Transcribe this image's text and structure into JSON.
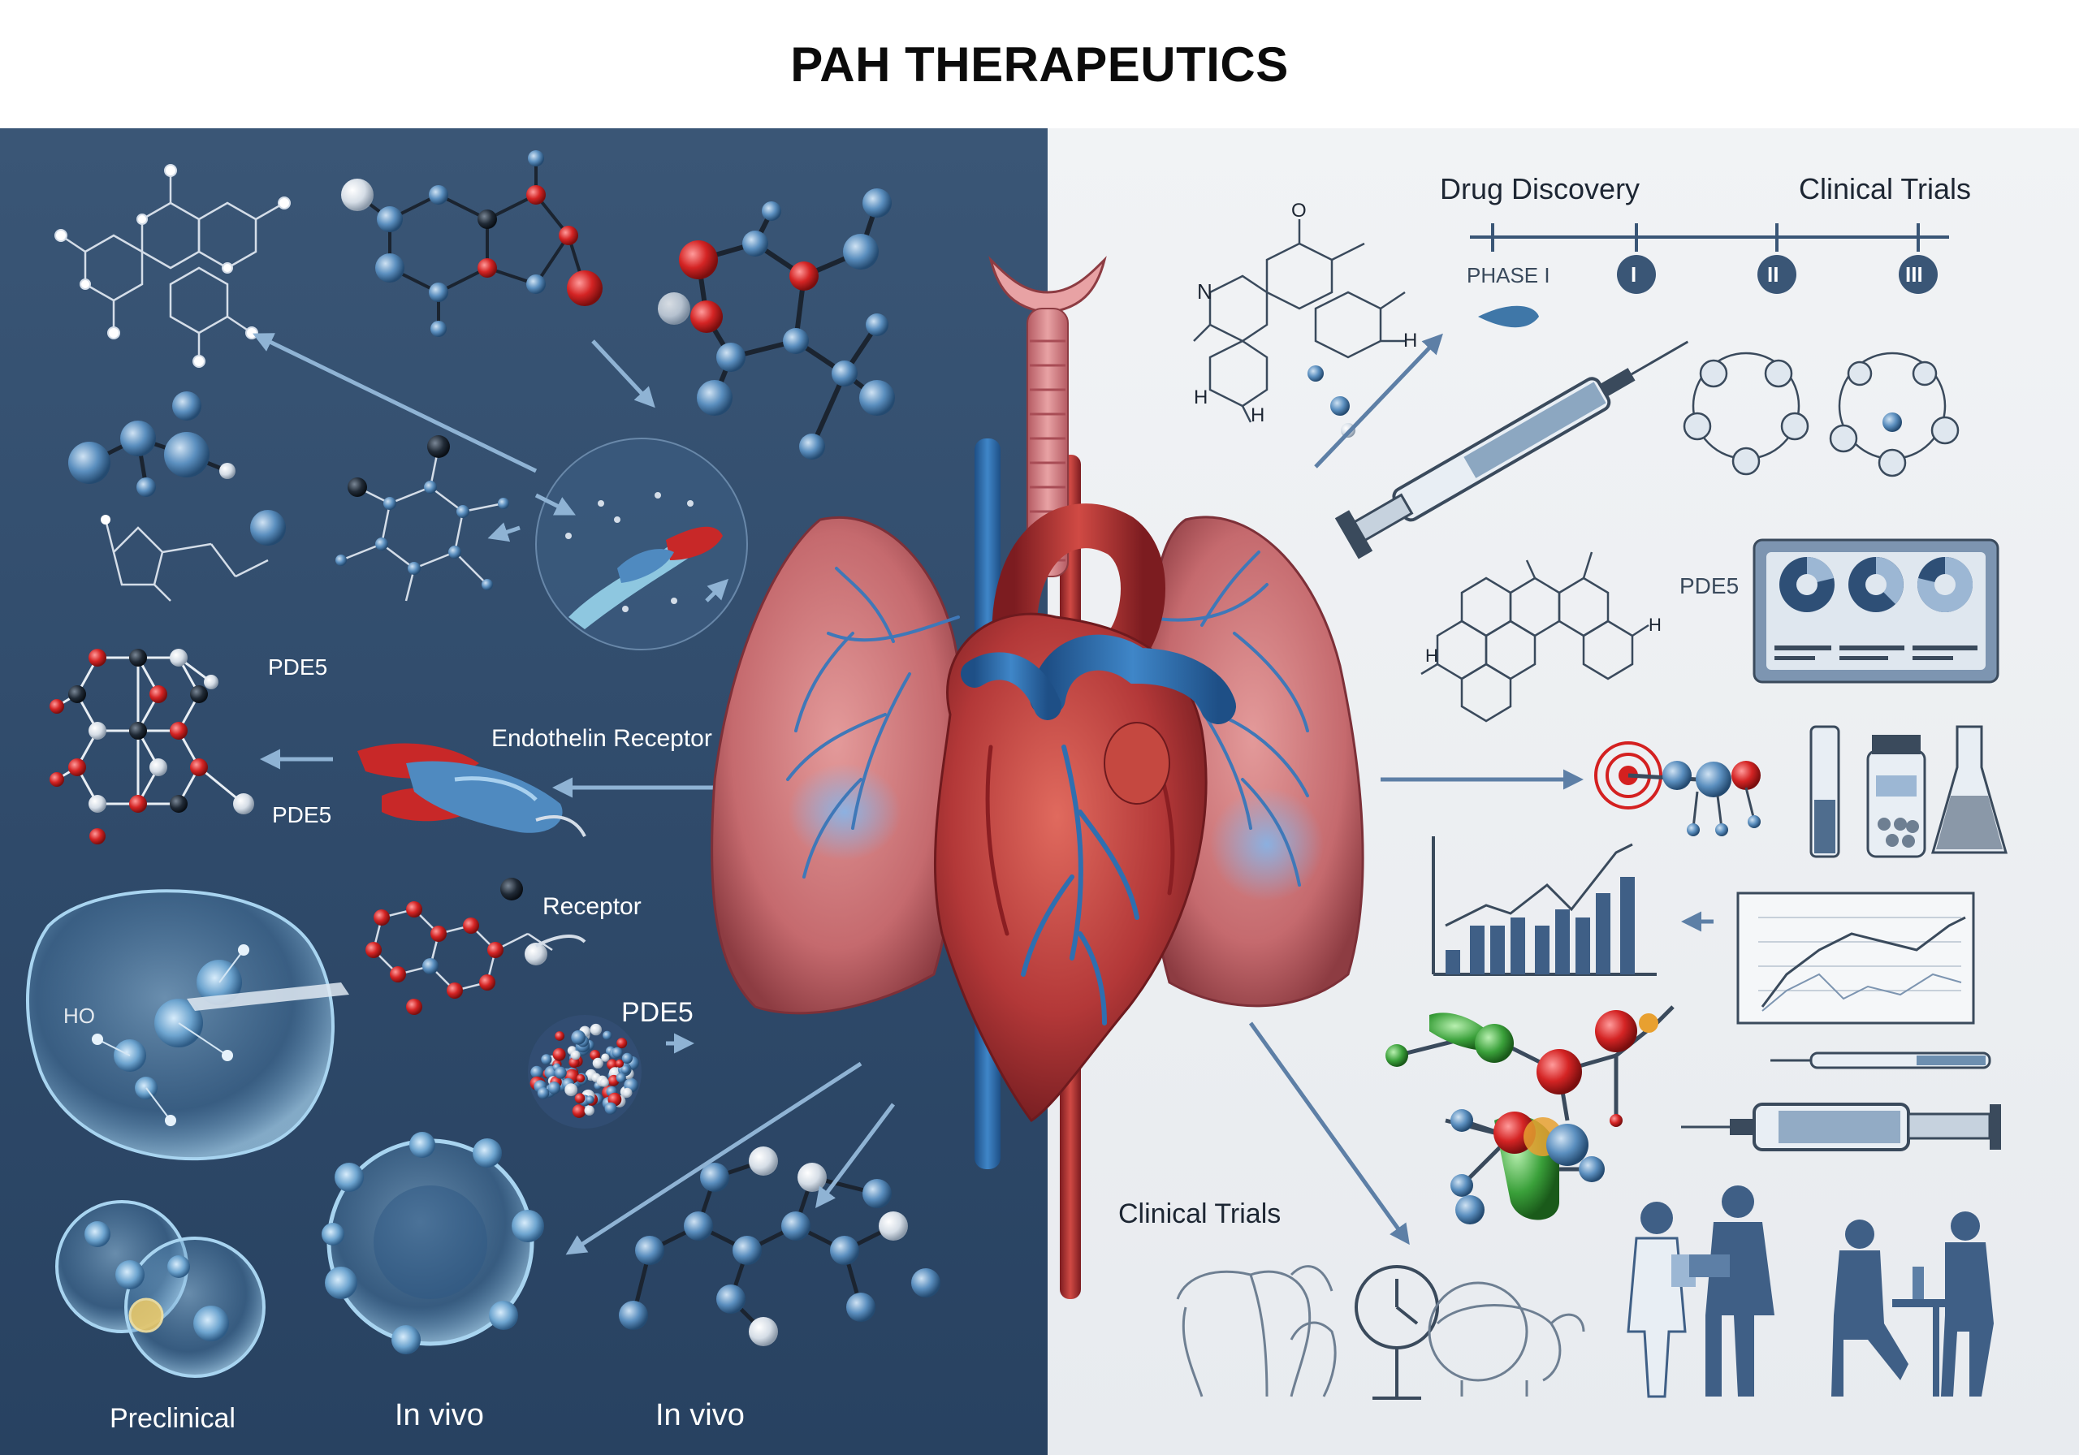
{
  "title": "PAH THERAPEUTICS",
  "left_labels": {
    "pde5_top": "PDE5",
    "endothelin_receptor": "Endothelin Receptor",
    "pde5_mid": "PDE5",
    "receptor": "Receptor",
    "pde5_low": "PDE5",
    "preclinical": "Preclinical",
    "in_vivo_1": "In vivo",
    "in_vivo_2": "In vivo"
  },
  "right_labels": {
    "drug_discovery": "Drug Discovery",
    "clinical_trials_top": "Clinical Trials",
    "phase_1": "PHASE I",
    "phase_i_badge": "I",
    "phase_ii_badge": "II",
    "phase_iii_badge": "III",
    "pde5": "PDE5",
    "clinical_trials_bottom": "Clinical Trials"
  },
  "atom_labels": {
    "n": "N",
    "h": "H",
    "o": "O",
    "ho": "HO"
  },
  "colors": {
    "left_bg": "#2f4a6a",
    "right_bg": "#eceff2",
    "heart": "#b23a3a",
    "lung": "#c96b6f",
    "vessel_blue": "#2f6fb0",
    "atom_red": "#c81e1e",
    "atom_blue": "#3f77a8",
    "atom_white": "#e6ecf2",
    "atom_dark": "#1b2430",
    "target_red": "#d42020",
    "green_atom": "#3a9a3a"
  },
  "icons": [
    "molecule-icon",
    "heart-lungs-illustration",
    "syringe-icon",
    "vial-icon",
    "chart-icon",
    "target-icon",
    "cell-icon",
    "clock-icon",
    "animal-icon",
    "people-icon"
  ]
}
